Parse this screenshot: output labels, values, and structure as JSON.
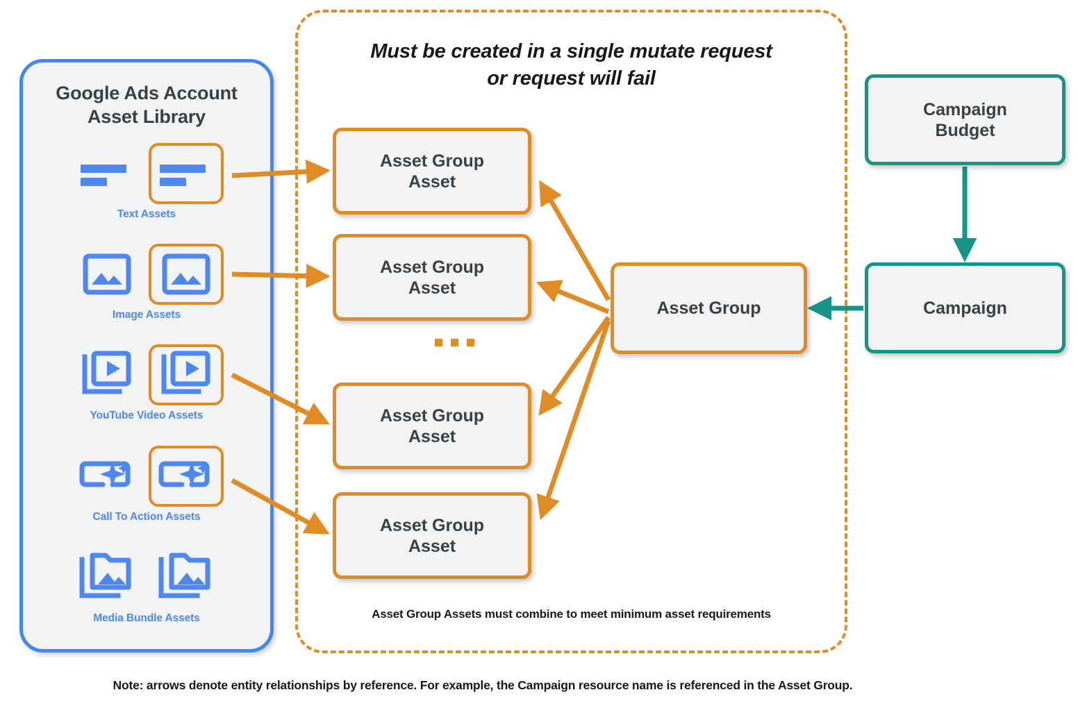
{
  "diagram": {
    "library": {
      "title": "Google Ads Account\nAsset Library",
      "title_line1": "Google Ads Account",
      "title_line2": "Asset Library",
      "border_color": "#4285F4",
      "icon_color": "#4f87f0",
      "items": [
        {
          "label": "Text Assets",
          "icon": "text-lines-icon",
          "selected_icon": "text-lines-icon"
        },
        {
          "label": "Image Assets",
          "icon": "image-icon",
          "selected_icon": "image-icon"
        },
        {
          "label": "YouTube Video  Assets",
          "icon": "video-stack-icon",
          "selected_icon": "video-stack-icon"
        },
        {
          "label": "Call To Action Assets",
          "icon": "call-to-action-icon",
          "selected_icon": "call-to-action-icon"
        },
        {
          "label": "Media Bundle  Assets",
          "icon": "media-bundle-folder-icon",
          "selected_icon": "media-bundle-folder-icon"
        }
      ]
    },
    "mutate_group": {
      "title_line1": "Must be created in a single mutate request",
      "title_line2": "or request will fail",
      "footnote": "Asset Group Assets must combine to meet minimum asset requirements",
      "border_color": "#E18B24",
      "ellipsis": "...",
      "asset_group_assets": [
        {
          "line1": "Asset Group",
          "line2": "Asset"
        },
        {
          "line1": "Asset Group",
          "line2": "Asset"
        },
        {
          "line1": "Asset Group",
          "line2": "Asset"
        },
        {
          "line1": "Asset Group",
          "line2": "Asset"
        }
      ]
    },
    "nodes": {
      "asset_group": {
        "label": "Asset Group",
        "color": "#E18B24"
      },
      "campaign_budget": {
        "label": "Campaign\nBudget",
        "line1": "Campaign",
        "line2": "Budget",
        "color": "#159588"
      },
      "campaign": {
        "label": "Campaign",
        "color": "#159588"
      }
    },
    "bottom_note": "Note: arrows denote entity relationships by reference. For example, the Campaign resource name is referenced in the Asset Group.",
    "colors": {
      "orange": "#E18B24",
      "teal": "#159588",
      "blue": "#4285F4",
      "node_fill": "#f1f3f4",
      "text_dark": "#3c4043"
    }
  }
}
